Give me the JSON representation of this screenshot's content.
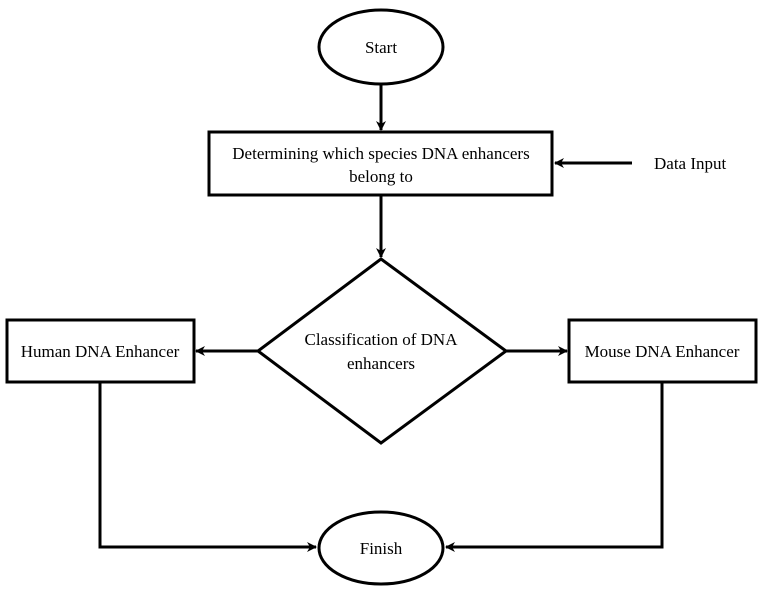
{
  "nodes": {
    "start": "Start",
    "process_line1": "Determining which species DNA enhancers",
    "process_line2": "belong to",
    "data_input": "Data Input",
    "decision_line1": "Classification of DNA",
    "decision_line2": "enhancers",
    "human": "Human DNA Enhancer",
    "mouse": "Mouse DNA Enhancer",
    "finish": "Finish"
  },
  "colors": {
    "stroke": "#000000",
    "background": "#ffffff"
  }
}
